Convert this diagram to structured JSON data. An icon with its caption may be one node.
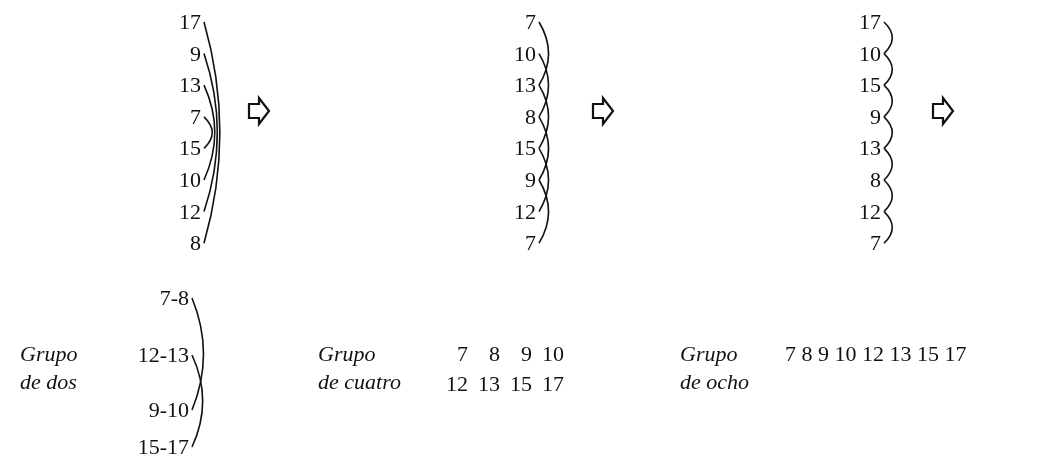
{
  "diagram": {
    "nodes": [
      {
        "text": [
          "17"
        ]
      },
      {
        "text": [
          "9"
        ]
      },
      {
        "text": [
          "13"
        ]
      },
      {
        "text": [
          "7"
        ]
      },
      {
        "text": [
          "15"
        ]
      },
      {
        "text": [
          "10"
        ]
      },
      {
        "text": [
          "12"
        ]
      },
      {
        "text": [
          "8"
        ]
      },
      {
        "text": [
          "7"
        ]
      },
      {
        "text": [
          "10"
        ]
      },
      {
        "text": [
          "13"
        ]
      },
      {
        "text": [
          "8"
        ]
      },
      {
        "text": [
          "15"
        ]
      },
      {
        "text": [
          "9"
        ]
      },
      {
        "text": [
          "12"
        ]
      },
      {
        "text": [
          "7"
        ]
      },
      {
        "text": [
          "17"
        ]
      },
      {
        "text": [
          "10"
        ]
      },
      {
        "text": [
          "15"
        ]
      },
      {
        "text": [
          "9"
        ]
      },
      {
        "text": [
          "13"
        ]
      },
      {
        "text": [
          "8"
        ]
      },
      {
        "text": [
          "12"
        ]
      },
      {
        "text": [
          "7"
        ]
      },
      {
        "text": [
          "7-8"
        ]
      },
      {
        "text": [
          "12-13"
        ]
      },
      {
        "text": [
          "9-10"
        ]
      },
      {
        "text": [
          "15-17"
        ]
      }
    ],
    "edges": [
      {
        "from": 0,
        "to": 7,
        "arrow": "none"
      },
      {
        "from": 1,
        "to": 6,
        "arrow": "none"
      },
      {
        "from": 2,
        "to": 5,
        "arrow": "none"
      },
      {
        "from": 3,
        "to": 4,
        "arrow": "none"
      },
      {
        "from": 8,
        "to": 10,
        "arrow": "none"
      },
      {
        "from": 9,
        "to": 11,
        "arrow": "none"
      },
      {
        "from": 10,
        "to": 12,
        "arrow": "none"
      },
      {
        "from": 11,
        "to": 13,
        "arrow": "none"
      },
      {
        "from": 12,
        "to": 14,
        "arrow": "none"
      },
      {
        "from": 13,
        "to": 15,
        "arrow": "none"
      },
      {
        "from": 16,
        "to": 17,
        "arrow": "none"
      },
      {
        "from": 17,
        "to": 18,
        "arrow": "none"
      },
      {
        "from": 18,
        "to": 19,
        "arrow": "none"
      },
      {
        "from": 19,
        "to": 20,
        "arrow": "none"
      },
      {
        "from": 20,
        "to": 21,
        "arrow": "none"
      },
      {
        "from": 21,
        "to": 22,
        "arrow": "none"
      },
      {
        "from": 22,
        "to": 23,
        "arrow": "none"
      },
      {
        "from": 24,
        "to": 26,
        "arrow": "none"
      },
      {
        "from": 25,
        "to": 27,
        "arrow": "none"
      }
    ],
    "labels": [
      "Grupo de dos",
      "Grupo de cuatro",
      "7",
      "8",
      "9",
      "10",
      "12",
      "13",
      "15",
      "17",
      "Grupo de ocho",
      "7 8 9 10 12 13 15 17"
    ]
  }
}
